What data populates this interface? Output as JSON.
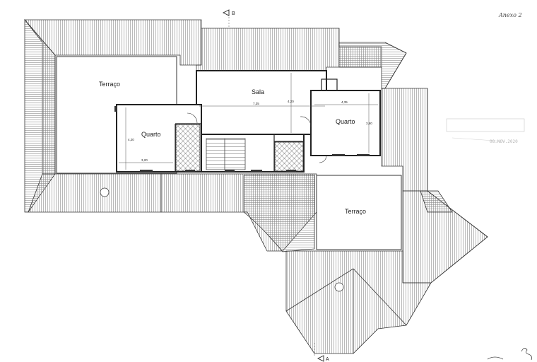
{
  "annex_note": "Anexo 2",
  "section_markers": {
    "top": "B",
    "bottom": "A"
  },
  "rooms": {
    "terrace_upper_left": "Terraço",
    "living_room": "Sala",
    "bedroom_left": "Quarto",
    "bedroom_right": "Quarto",
    "terrace_lower_right": "Terraço"
  },
  "dimensions": {
    "sala_width": "7,35",
    "sala_depth": "4,20",
    "bedroom_left_depth": "4,20",
    "bedroom_left_width": "3,20",
    "bedroom_right_width": "4,35",
    "bedroom_right_depth": "3,60"
  },
  "stamp_date": "08.NOV.2020",
  "colors": {
    "line": "#333333",
    "hatch": "#8a8a8a",
    "paper": "#ffffff"
  }
}
